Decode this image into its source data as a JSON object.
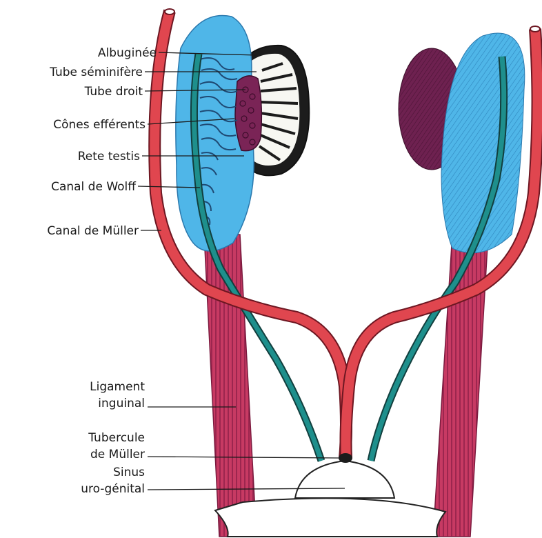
{
  "labels": {
    "albuginee": "Albuginée",
    "tube_seminifere": "Tube séminifère",
    "tube_droit": "Tube droit",
    "cones_efferents": "Cônes efférents",
    "rete_testis": "Rete testis",
    "canal_wolff": "Canal de Wolff",
    "canal_muller": "Canal de Müller",
    "ligament_line1": "Ligament",
    "ligament_line2": "inguinal",
    "tubercule_line1": "Tubercule",
    "tubercule_line2": "de Müller",
    "sinus_line1": "Sinus",
    "sinus_line2": "uro-génital"
  },
  "colors": {
    "muller_duct": "#e0464f",
    "wolff_duct": "#1e8f8c",
    "gonad_blue": "#4fb6e8",
    "ligament": "#b8365f",
    "purple": "#6e2150",
    "outline": "#222222"
  }
}
